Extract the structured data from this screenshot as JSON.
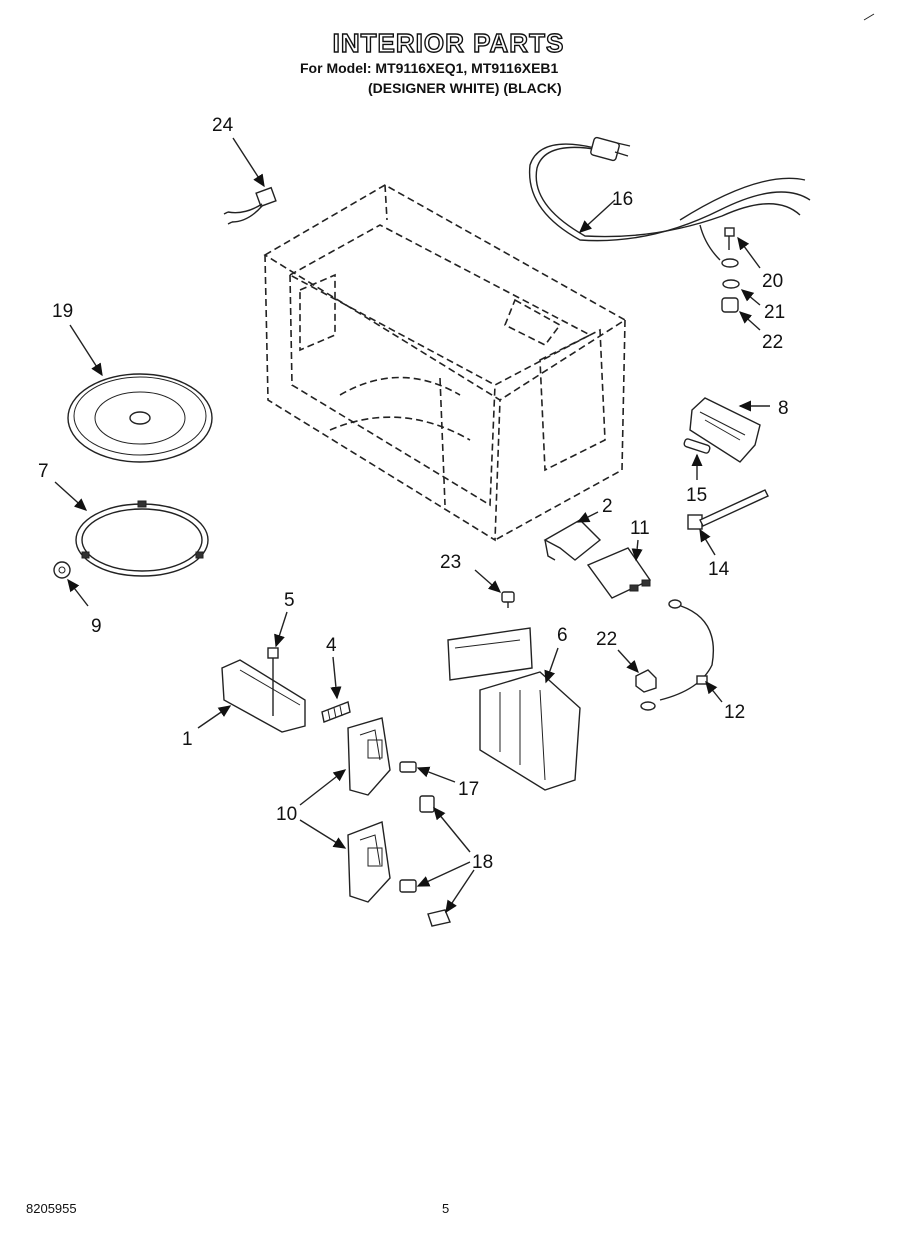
{
  "header": {
    "title": "INTERIOR PARTS",
    "models_line": "For Model: MT9116XEQ1, MT9116XEB1",
    "variants_line": "(DESIGNER WHITE)  (BLACK)"
  },
  "callouts": [
    "24",
    "16",
    "20",
    "21",
    "22",
    "19",
    "8",
    "7",
    "15",
    "9",
    "2",
    "11",
    "14",
    "23",
    "5",
    "22",
    "6",
    "4",
    "12",
    "1",
    "17",
    "10",
    "18"
  ],
  "footer": {
    "doc_number": "8205955",
    "page_number": "5"
  }
}
